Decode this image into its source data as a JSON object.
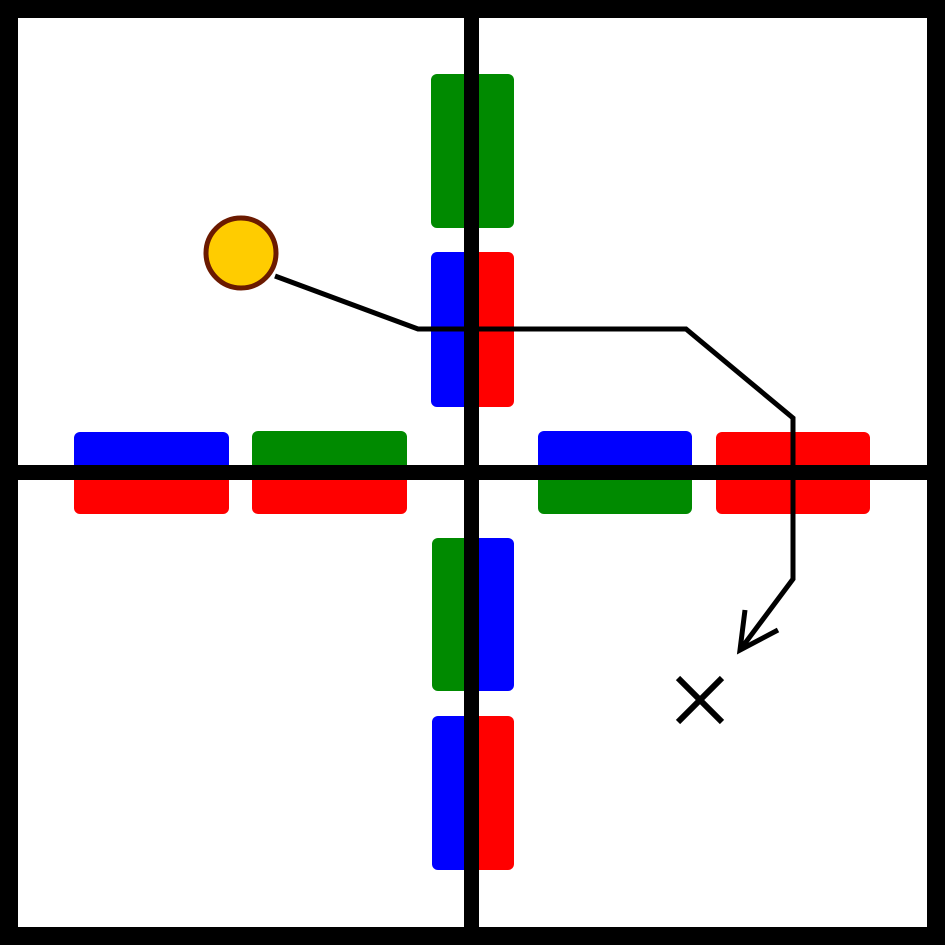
{
  "colors": {
    "background": "#ffffff",
    "grid": "#000000",
    "green": "#008a00",
    "blue": "#0000ff",
    "red": "#ff0000",
    "agent_fill": "#ffcc00",
    "agent_stroke": "#6b1a00",
    "path": "#000000"
  },
  "lanes": [
    {
      "id": "north-outer",
      "halves": [
        "green",
        "green"
      ],
      "orientation": "vertical"
    },
    {
      "id": "north-inner",
      "halves": [
        "blue",
        "red"
      ],
      "orientation": "vertical"
    },
    {
      "id": "south-inner",
      "halves": [
        "green",
        "blue"
      ],
      "orientation": "vertical"
    },
    {
      "id": "south-outer",
      "halves": [
        "blue",
        "red"
      ],
      "orientation": "vertical"
    },
    {
      "id": "west-outer",
      "halves": [
        "blue",
        "red"
      ],
      "orientation": "horizontal"
    },
    {
      "id": "west-inner",
      "halves": [
        "green",
        "red"
      ],
      "orientation": "horizontal"
    },
    {
      "id": "east-inner",
      "halves": [
        "blue",
        "green"
      ],
      "orientation": "horizontal"
    },
    {
      "id": "east-outer",
      "halves": [
        "red",
        "red"
      ],
      "orientation": "horizontal"
    }
  ],
  "icons": {
    "agent": "circle-agent-icon",
    "target": "x-target-icon",
    "path": "arrow-path"
  }
}
